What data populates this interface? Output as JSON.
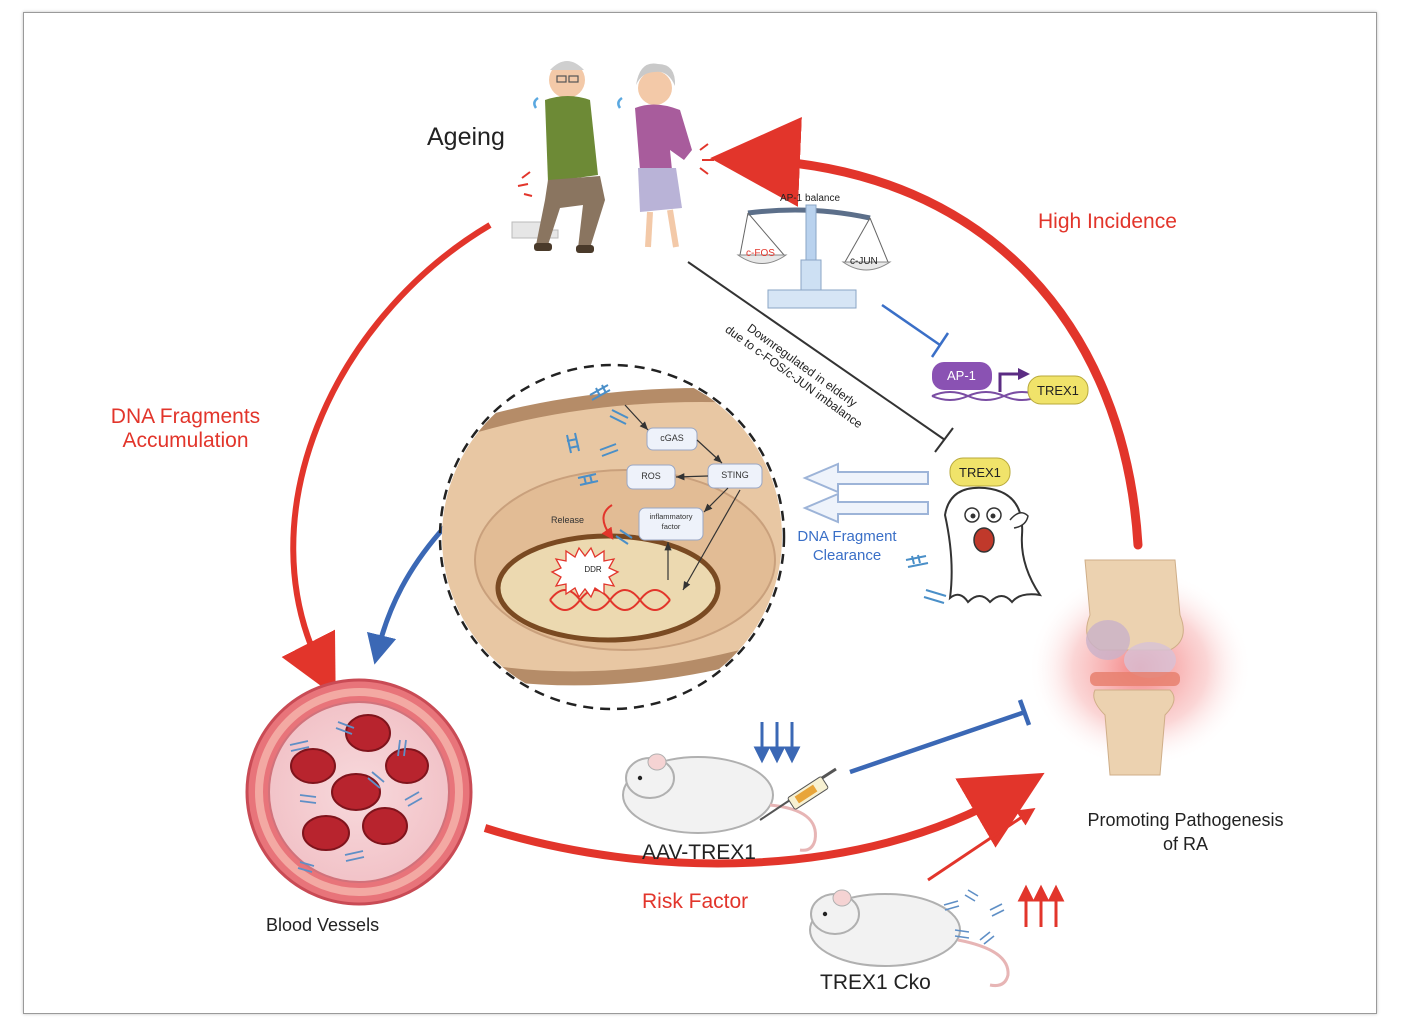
{
  "labels": {
    "ageing": "Ageing",
    "high_incidence": "High Incidence",
    "dna_fragments_line1": "DNA Fragments",
    "dna_fragments_line2": "Accumulation",
    "ap1_balance": "AP-1  balance",
    "cfos": "c-FOS",
    "cjun": "c-JUN",
    "downregulated_line1": "Downregulated in elderly",
    "downregulated_line2": "due to c-FOS/c-JUN imbalance",
    "ap1": "AP-1",
    "trex1_promoter": "TREX1",
    "trex1_protein": "TREX1",
    "clearance_line1": "DNA Fragment",
    "clearance_line2": "Clearance",
    "cgas": "cGAS",
    "sting": "STING",
    "ros": "ROS",
    "release": "Release",
    "inflammatory_line1": "inflammatory",
    "inflammatory_line2": "factor",
    "ddr": "DDR",
    "blood_vessels": "Blood Vessels",
    "aav_trex1": "AAV-TREX1",
    "risk_factor": "Risk Factor",
    "trex1_cko": "TREX1 Cko",
    "promoting_line1": "Promoting Pathogenesis",
    "promoting_line2": "of RA"
  },
  "colors": {
    "red": "#e2352b",
    "blue": "#3a6fc7",
    "dark_blue": "#2f5fb0",
    "purple": "#8a52b3",
    "yellow": "#f0e36a",
    "tissue": "#e9c9a6"
  },
  "icons": [
    "elderly-man-icon",
    "elderly-woman-icon",
    "balance-scale-icon",
    "dna-fragment-icon",
    "ghost-enzyme-icon",
    "knee-joint-icon",
    "mouse-icon",
    "syringe-icon",
    "blood-vessel-icon"
  ]
}
